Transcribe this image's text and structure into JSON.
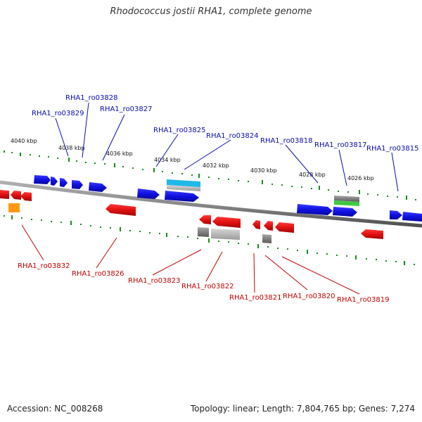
{
  "title": "Rhodococcus jostii RHA1, complete genome",
  "footer": {
    "accession": "Accession: NC_008268",
    "topology": "Topology: linear; Length: 7,804,765 bp; Genes: 7,274"
  },
  "colors": {
    "forward_gene": "#1010e0",
    "reverse_gene": "#e01010",
    "backbone": "#8a8a8a",
    "ticks": "#1a8a1a",
    "forward_label": "#0a0ab0",
    "reverse_label": "#c00000",
    "cyan_feature": "#20b8e8",
    "green_feature": "#40c840",
    "orange_feature": "#ff9a10",
    "gray_feature": "#808080"
  },
  "kbp_labels": [
    "4040 kbp",
    "4038 kbp",
    "4036 kbp",
    "4034 kbp",
    "4032 kbp",
    "4030 kbp",
    "4028 kbp",
    "4026 kbp"
  ],
  "forward_labels": [
    "RHA1_ro03829",
    "RHA1_ro03828",
    "RHA1_ro03827",
    "RHA1_ro03825",
    "RHA1_ro03824",
    "RHA1_ro03818",
    "RHA1_ro03817",
    "RHA1_ro03815"
  ],
  "reverse_labels": [
    "RHA1_ro03832",
    "RHA1_ro03826",
    "RHA1_ro03823",
    "RHA1_ro03822",
    "RHA1_ro03821",
    "RHA1_ro03820",
    "RHA1_ro03819"
  ]
}
